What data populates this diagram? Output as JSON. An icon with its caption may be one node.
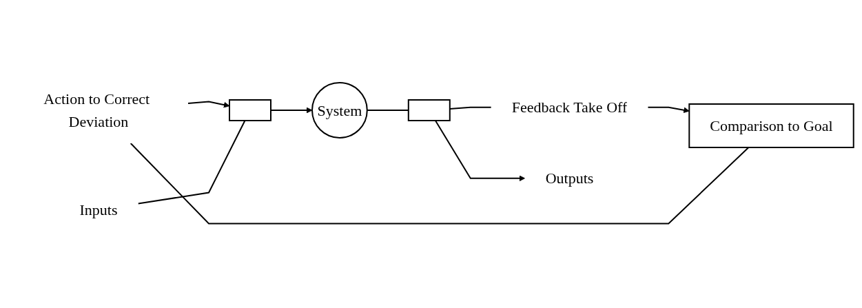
{
  "diagram": {
    "nodes": [
      {
        "text": [
          "Action to Correct Deviation"
        ]
      },
      {
        "text": [
          "Comparison to Goal"
        ]
      },
      {
        "text": [
          "Feedback Take Off"
        ]
      },
      {
        "text": [
          "Inputs"
        ]
      },
      {
        "text": [],
        "shape": "box"
      },
      {
        "text": [
          "System"
        ]
      },
      {
        "text": [],
        "shape": "box"
      },
      {
        "text": [
          "Outputs"
        ]
      }
    ],
    "edges": [
      {
        "from": 1,
        "to": 0,
        "arrow": "none"
      },
      {
        "from": 0,
        "to": 4,
        "arrow": "to"
      },
      {
        "from": 6,
        "to": 2,
        "arrow": "none"
      },
      {
        "from": 2,
        "to": 1,
        "arrow": "to"
      },
      {
        "from": 3,
        "to": 4,
        "arrow": "none"
      },
      {
        "from": 4,
        "to": 5,
        "arrow": "to"
      },
      {
        "from": 5,
        "to": 6,
        "arrow": "none"
      },
      {
        "from": 6,
        "to": 7,
        "arrow": "to"
      }
    ]
  }
}
